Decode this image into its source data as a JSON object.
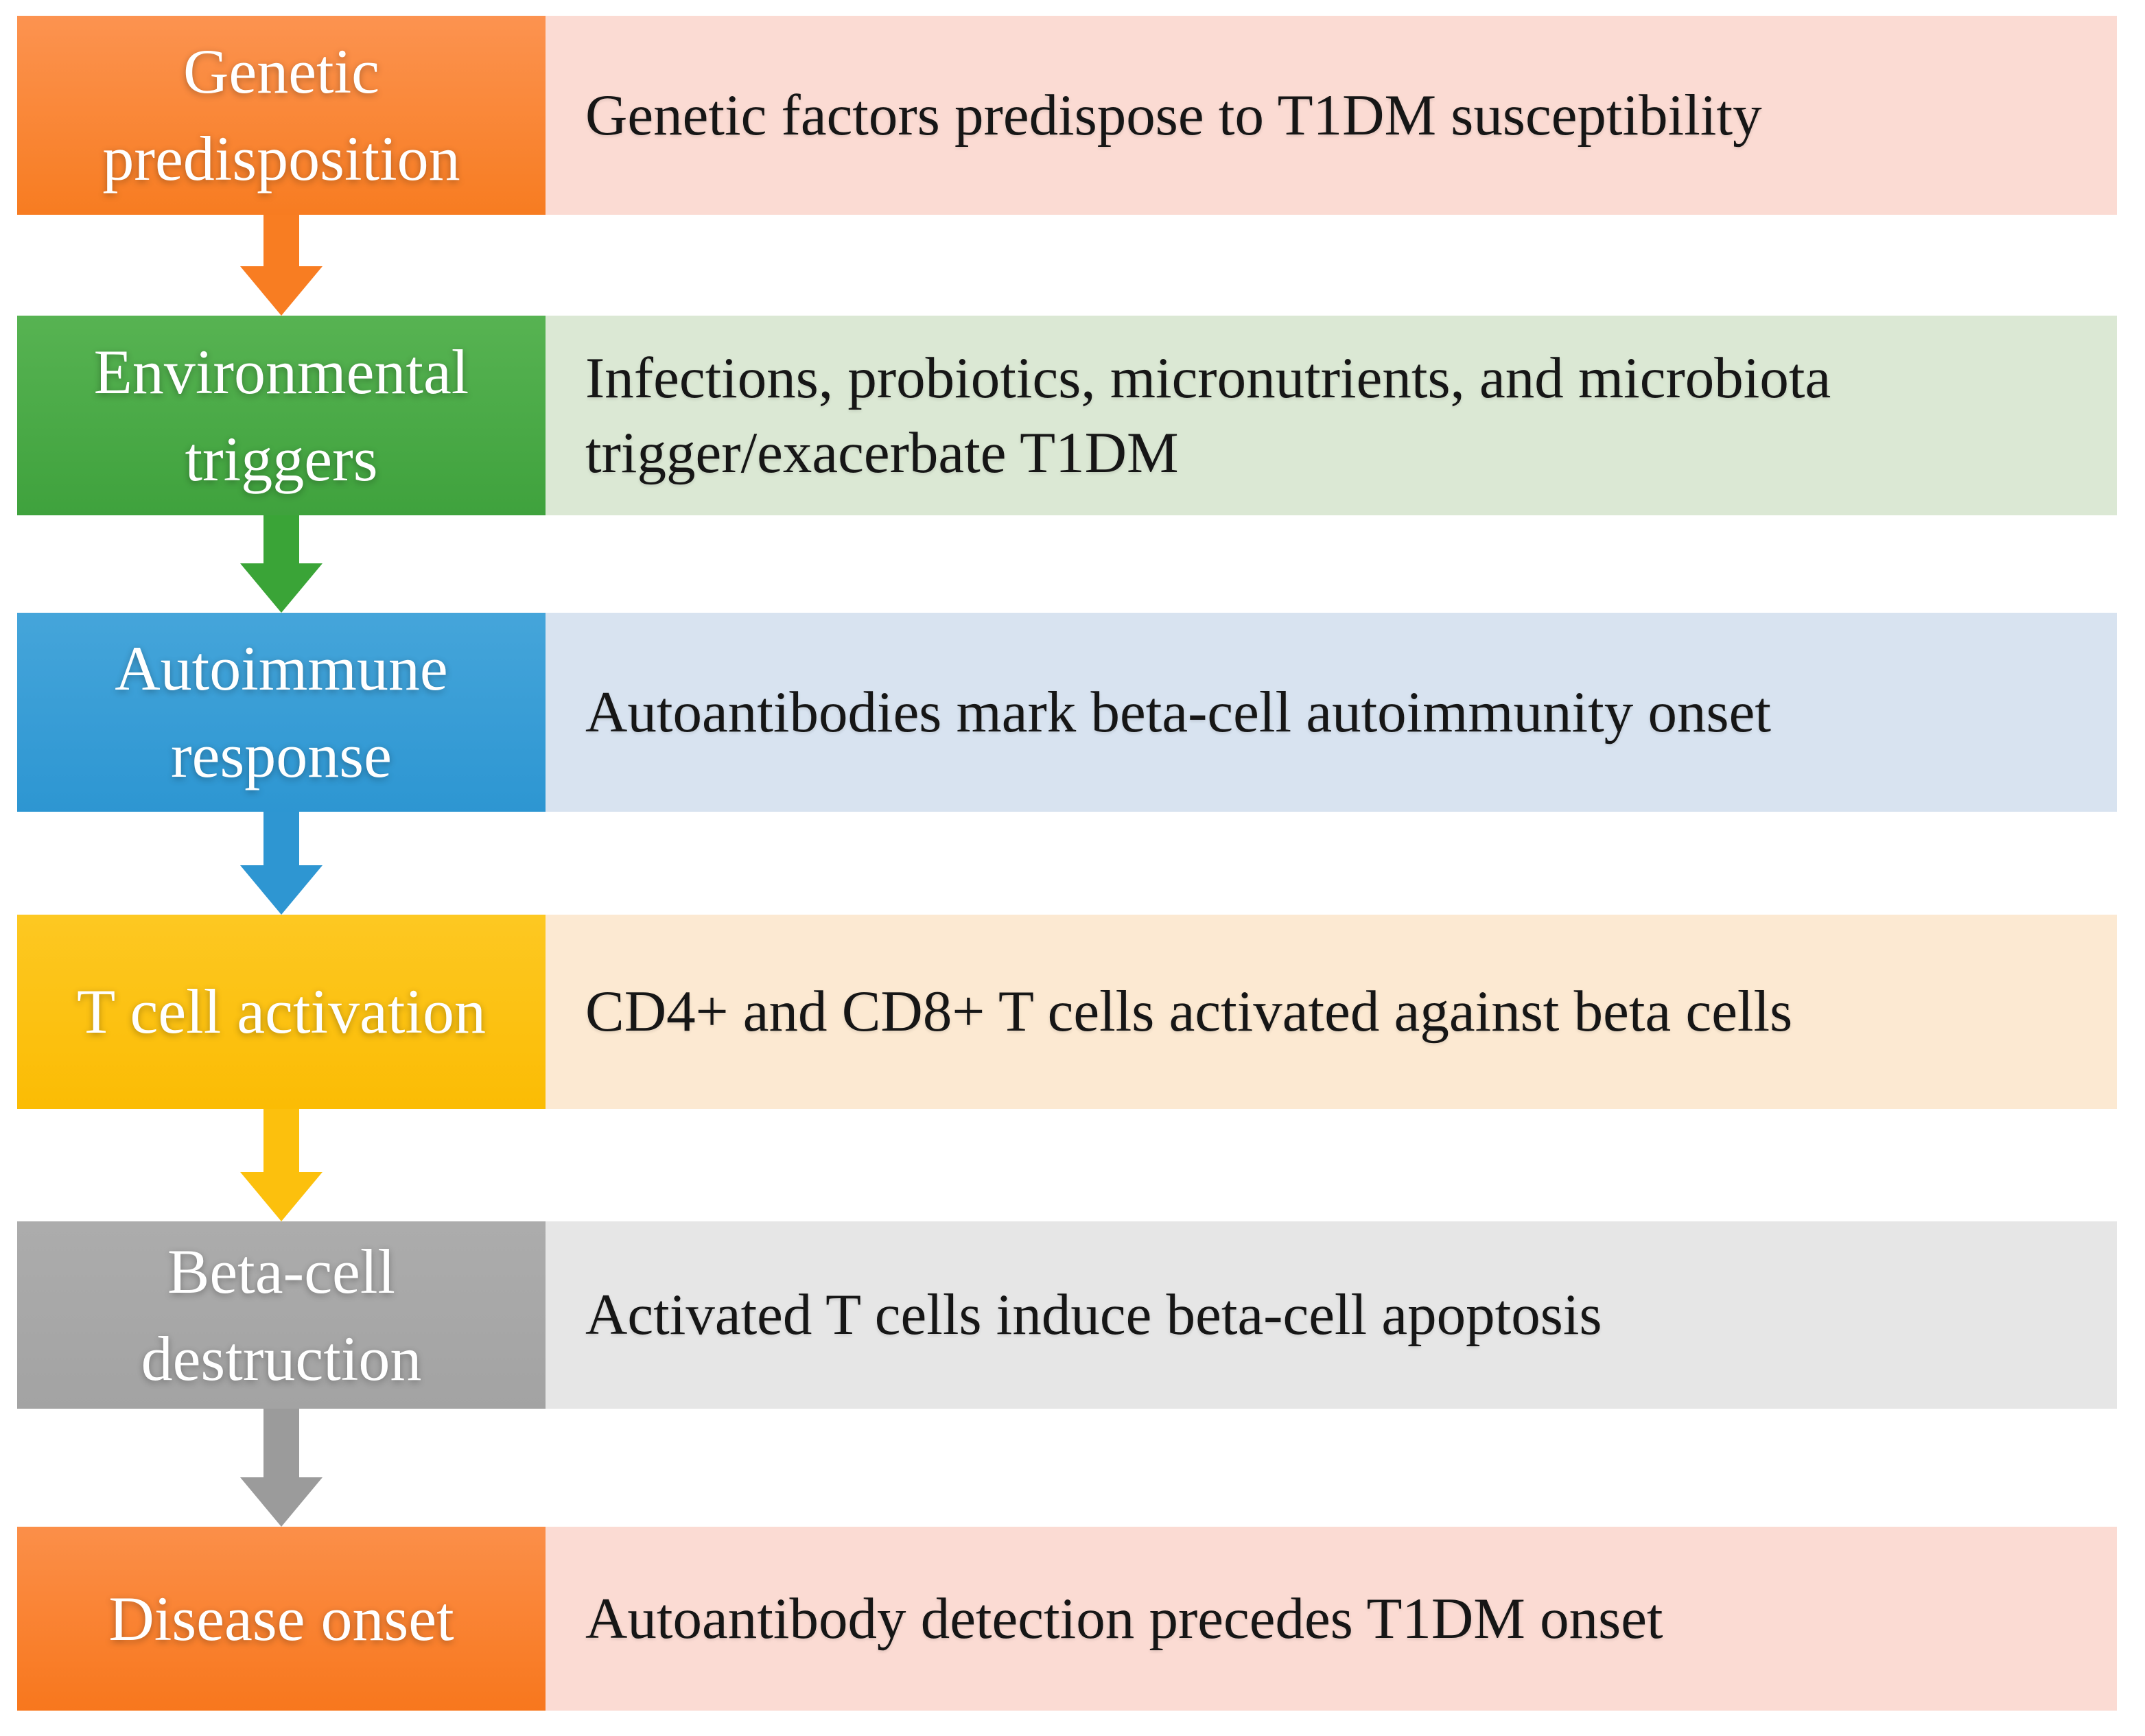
{
  "figure": {
    "background_color": "#ffffff",
    "type": "vertical-flowchart",
    "topic": "T1DM pathogenesis stages"
  },
  "stages": [
    {
      "id": "genetic-predisposition",
      "label": "Genetic\npredisposition",
      "description": "Genetic factors predispose to T1DM susceptibility",
      "box_color_top": "#fc9350",
      "box_color_bottom": "#f77c21",
      "strip_color": "#fbdbd3",
      "arrow_color": "#f87d22"
    },
    {
      "id": "environmental-triggers",
      "label": "Environmental\ntriggers",
      "description": "Infections, probiotics, micronutrients, and microbiota\ntrigger/exacerbate T1DM",
      "box_color_top": "#57b352",
      "box_color_bottom": "#3fa23d",
      "strip_color": "#dbe8d4",
      "arrow_color": "#3aa437"
    },
    {
      "id": "autoimmune-response",
      "label": "Autoimmune\nresponse",
      "description": "Autoantibodies mark beta-cell autoimmunity onset",
      "box_color_top": "#45a5da",
      "box_color_bottom": "#2d96d2",
      "strip_color": "#d8e3f0",
      "arrow_color": "#2e96d2"
    },
    {
      "id": "t-cell-activation",
      "label": "T cell activation",
      "description": "CD4+ and CD8+ T cells activated against beta cells",
      "box_color_top": "#fdc822",
      "box_color_bottom": "#fbbc04",
      "strip_color": "#fce9d2",
      "arrow_color": "#fcc00d"
    },
    {
      "id": "beta-cell-destruction",
      "label": "Beta-cell\ndestruction",
      "description": "Activated T cells induce beta-cell apoptosis",
      "box_color_top": "#acacac",
      "box_color_bottom": "#a3a3a3",
      "strip_color": "#e6e6e6",
      "arrow_color": "#9b9b9b"
    },
    {
      "id": "disease-onset",
      "label": "Disease onset",
      "description": "Autoantibody detection precedes T1DM onset",
      "box_color_top": "#fb8f49",
      "box_color_bottom": "#f8771d",
      "strip_color": "#fbdbd3",
      "arrow_color": null
    }
  ]
}
